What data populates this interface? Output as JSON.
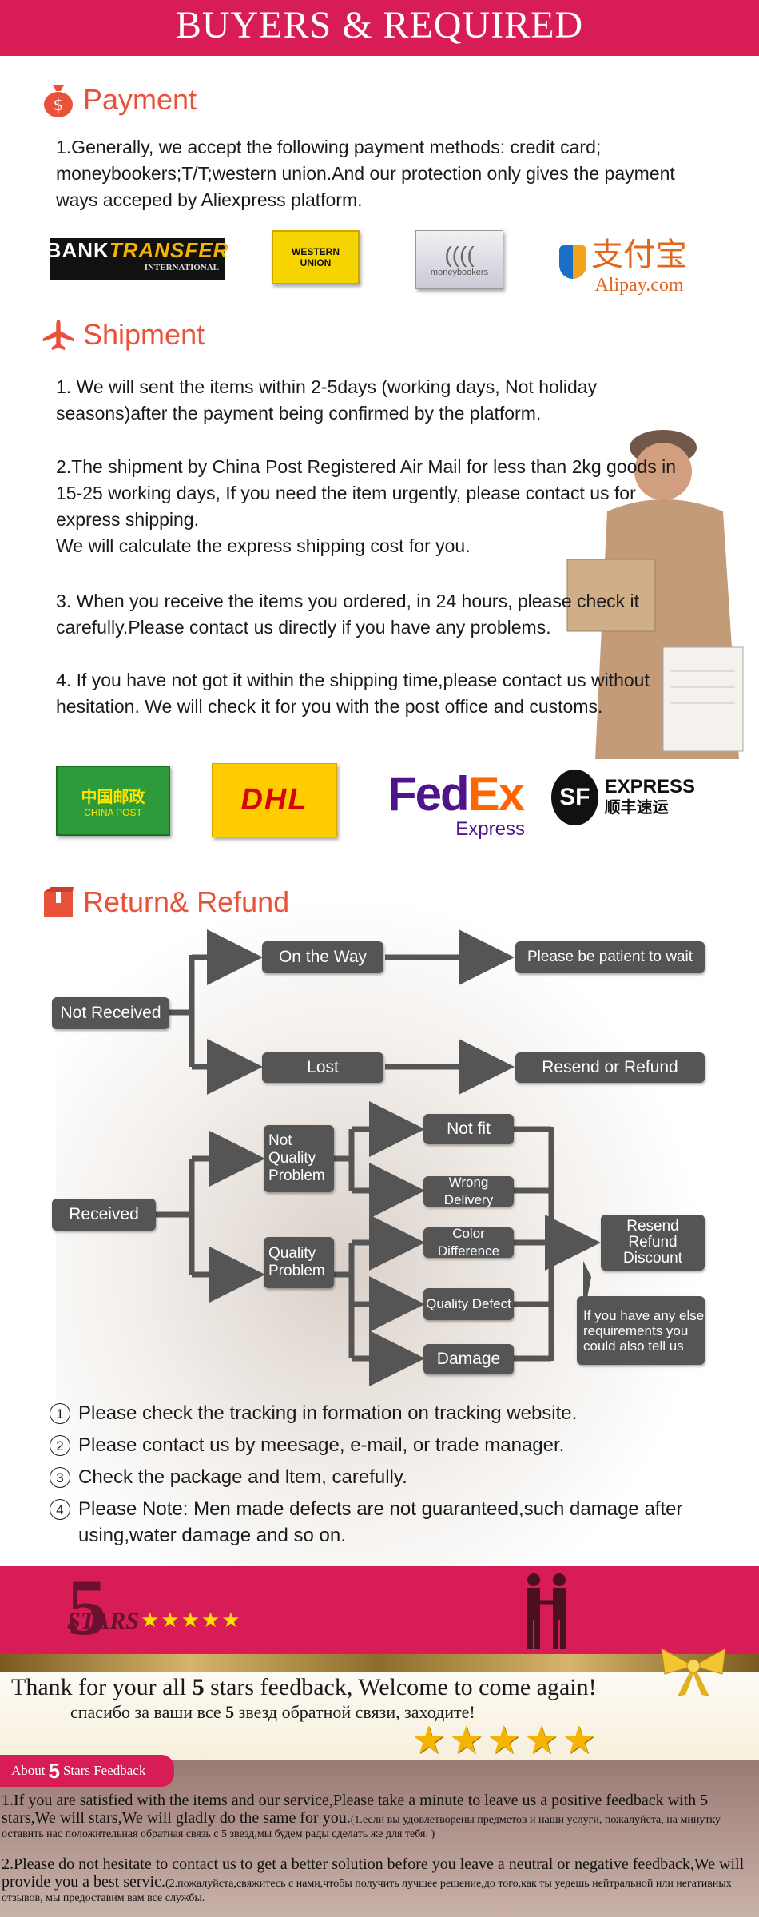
{
  "header": {
    "title": "BUYERS &  REQUIRED"
  },
  "payment": {
    "heading": "Payment",
    "text": "1.Generally, we accept the following payment methods: credit card; moneybookers;T/T;western union.And our protection only gives the payment ways acceped by Aliexpress platform.",
    "logos": {
      "bank_1": "BANK",
      "bank_2": "TRANSFER",
      "bank_3": "INTERNATIONAL",
      "western_1": "WESTERN",
      "western_2": "UNION",
      "moneybookers": "moneybookers",
      "alipay_cn": "支付宝",
      "alipay_en": "Alipay.com"
    }
  },
  "shipment": {
    "heading": "Shipment",
    "p1": "1. We will sent the items within 2-5days (working days, Not holiday seasons)after the payment being confirmed by the platform.",
    "p2a": "2.The shipment by China Post Registered Air Mail for less than 2kg goods in 15-25 working days, If  you need the item urgently, please contact us for express shipping.",
    "p2b": "We will calculate the express shipping cost for you.",
    "p3": "3. When you receive the items you ordered, in 24 hours, please check  it carefully.Please contact us directly if you have any problems.",
    "p4": "4. If you have not got it within the shipping time,please contact us without hesitation. We will check it for you with the post office and customs.",
    "logos": {
      "chinapost_cn": "中国邮政",
      "chinapost_en": "CHINA POST",
      "dhl": "DHL",
      "fedex_fe": "Fed",
      "fedex_ex": "Ex",
      "fedex_sub": "Express",
      "sf_mark": "SF",
      "sf_en": "EXPRESS",
      "sf_cn": "顺丰速运"
    }
  },
  "refund": {
    "heading": "Return& Refund",
    "flow": {
      "not_received": "Not Received",
      "on_the_way": "On the Way",
      "be_patient": "Please be patient to wait",
      "lost": "Lost",
      "resend_or_refund": "Resend or Refund",
      "received": "Received",
      "not_quality_problem": "Not Quality Problem",
      "quality_problem": "Quality Problem",
      "not_fit": "Not fit",
      "wrong_delivery": "Wrong Delivery",
      "color_difference": "Color Difference",
      "quality_defect": "Quality Defect",
      "damage": "Damage",
      "resend_refund_discount": "Resend Refund Discount",
      "requirements_note": "If you have any else requirements you could also tell us"
    },
    "notes": [
      {
        "num": "1",
        "text": "Please check the tracking in formation on tracking website."
      },
      {
        "num": "2",
        "text": "Please contact us by meesage, e-mail, or trade manager."
      },
      {
        "num": "3",
        "text": "Check the package and ltem, carefully."
      },
      {
        "num": "4",
        "text": "Please Note: Men made defects  are not guaranteed,such damage after using,water damage and so on."
      }
    ]
  },
  "feedback": {
    "five": "5",
    "stars_word": "STARS",
    "rating_stars": "★★★★★",
    "thanks_en_a": "Thank for your all ",
    "thanks_en_num": "5",
    "thanks_en_b": " stars feedback,  Welcome to come again!",
    "thanks_ru_a": "спасибо за ваши все ",
    "thanks_ru_num": "5",
    "thanks_ru_b": " звезд обратной связи, заходите!",
    "big_stars": "★★★★★",
    "about_pre": "About",
    "about_num": "5",
    "about_post": "Stars Feedback",
    "item1_en": "    1.If you are satisfied with the items and our service,Please take a minute to leave us a positive feedback with 5 stars,We will stars,We will  gladly do the same for you.",
    "item1_ru": "(1.если вы удовлетворены предметов и наши услуги, пожалуйста, на минутку оставить нас положительная обратная связь с 5 звезд,мы будем рады сделать же для тебя. )",
    "item2_en": "2.Please do not hesitate to contact us to get a better solution before you leave a neutral or negative feedback,We will provide you a best servic.",
    "item2_ru": "(2.пожалуйста,свяжитесь с нами,чтобы получить лучшее решение,до того,как ты уедешь  нейтральной  или негативных отзывов, мы предоставим вам все службы."
  }
}
